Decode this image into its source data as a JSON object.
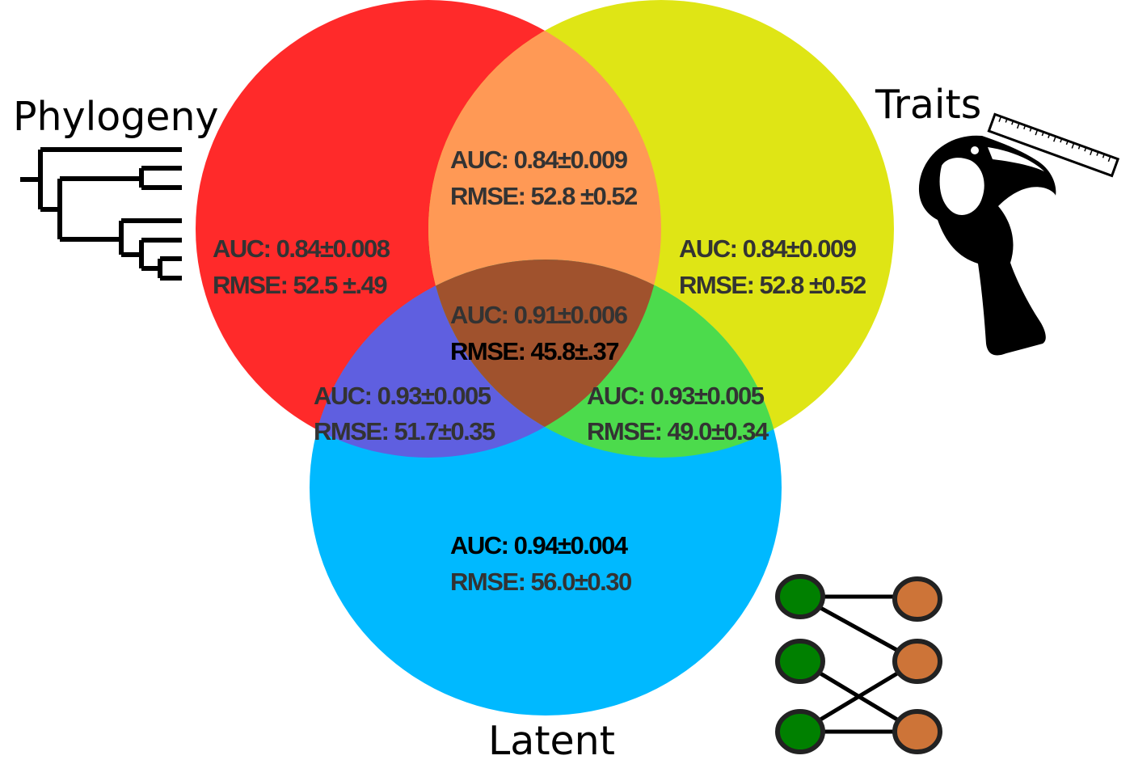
{
  "diagram": {
    "type": "venn",
    "sets": {
      "phylogeny": {
        "label": "Phylogeny",
        "color": "#ff2a2a"
      },
      "traits": {
        "label": "Traits",
        "color": "#dfe515"
      },
      "latent": {
        "label": "Latent",
        "color": "#00b9ff"
      }
    },
    "regions": {
      "phylogeny_only": {
        "auc": "AUC: 0.84±0.008",
        "rmse": "RMSE: 52.5 ±.49"
      },
      "traits_only": {
        "auc": "AUC: 0.84±0.009",
        "rmse": "RMSE: 52.8 ±0.52"
      },
      "phylogeny_traits": {
        "auc": "AUC: 0.84±0.009",
        "rmse": "RMSE: 52.8 ±0.52"
      },
      "all_three": {
        "auc": "AUC: 0.91±0.006",
        "rmse": "RMSE: 45.8±.37"
      },
      "phylogeny_latent": {
        "auc": "AUC: 0.93±0.005",
        "rmse": "RMSE: 51.7±0.35"
      },
      "traits_latent": {
        "auc": "AUC: 0.93±0.005",
        "rmse": "RMSE: 49.0±0.34"
      },
      "latent_only": {
        "auc": "AUC: 0.94±0.004",
        "rmse": "RMSE: 56.0±0.30"
      }
    },
    "region_colors": {
      "phylogeny_traits": "#ff9955",
      "all_three": "#a0522d",
      "phylogeny_latent": "#5f5fe0",
      "traits_latent": "#4cdb4c"
    },
    "icons": {
      "phylogeny": "phylogenetic-tree-icon",
      "traits": "toucan-with-ruler-icon",
      "latent": "bipartite-network-icon",
      "network_left_node_color": "#008000",
      "network_right_node_color": "#cd7438"
    }
  }
}
